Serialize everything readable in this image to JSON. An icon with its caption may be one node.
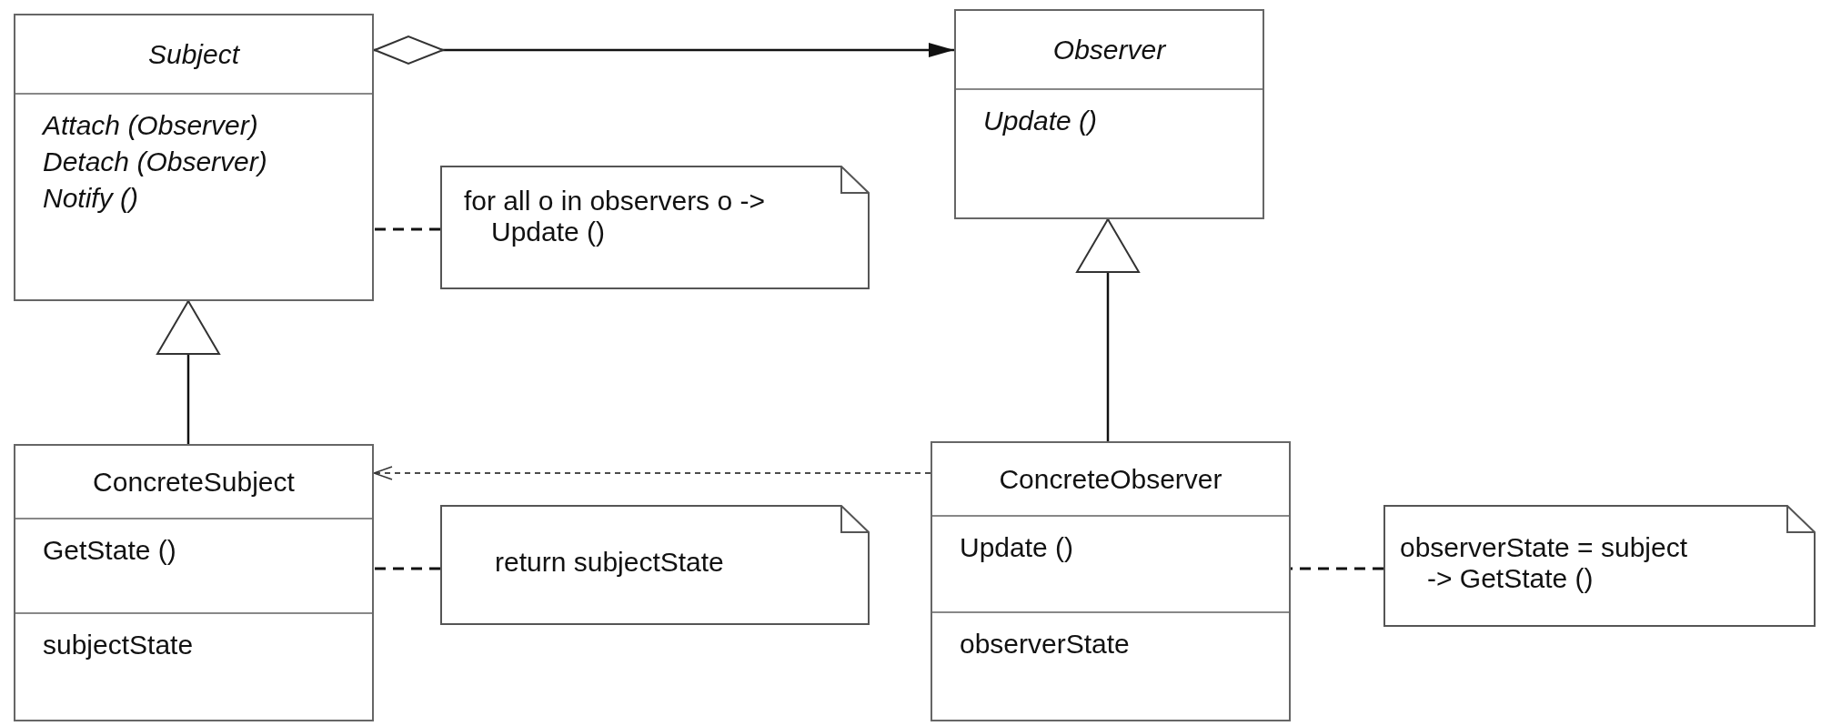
{
  "diagram": {
    "nodes": [
      {
        "text": [
          "Subject",
          "Attach (Observer)",
          "Detach (Observer)",
          "Notify ()"
        ]
      },
      {
        "text": [
          "Observer",
          "Update ()"
        ]
      },
      {
        "text": [
          "for all o in observers o -> Update ()"
        ]
      },
      {
        "text": [
          "ConcreteSubject",
          "GetState ()",
          "subjectState"
        ]
      },
      {
        "text": [
          "return subjectState"
        ]
      },
      {
        "text": [
          "ConcreteObserver",
          "Update ()",
          "observerState"
        ]
      },
      {
        "text": [
          "observerState = subject -> GetState ()"
        ]
      }
    ],
    "edges": [
      {
        "from": 0,
        "to": 1,
        "arrow": "to"
      },
      {
        "from": 3,
        "to": 0,
        "arrow": "to"
      },
      {
        "from": 5,
        "to": 1,
        "arrow": "to"
      },
      {
        "from": 5,
        "to": 3,
        "arrow": "to",
        "style": "dashed"
      },
      {
        "from": 2,
        "to": 0,
        "arrow": "none",
        "style": "dashed"
      },
      {
        "from": 4,
        "to": 3,
        "arrow": "none",
        "style": "dashed"
      },
      {
        "from": 6,
        "to": 5,
        "arrow": "none",
        "style": "dashed"
      }
    ]
  }
}
